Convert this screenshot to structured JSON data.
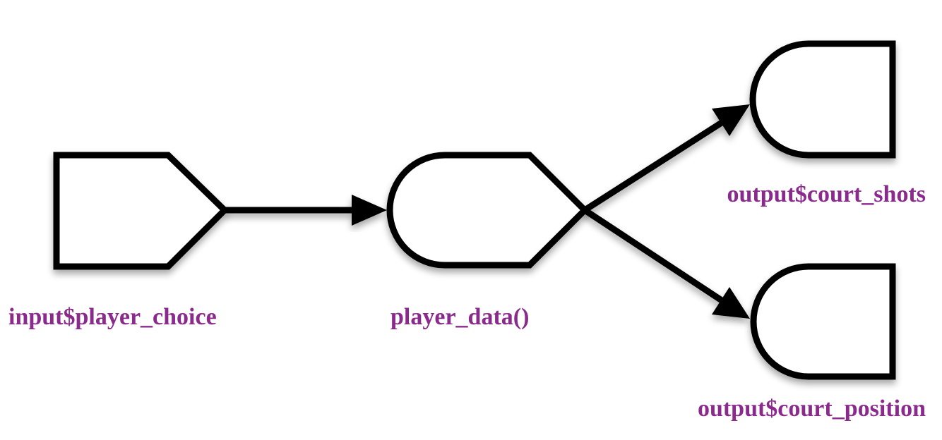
{
  "diagram": {
    "label_color": "#8B2A8D",
    "nodes": {
      "input": {
        "label": "input$player_choice",
        "kind": "reactive-source"
      },
      "reactive": {
        "label": "player_data()",
        "kind": "reactive-conductor"
      },
      "output_shots": {
        "label": "output$court_shots",
        "kind": "reactive-endpoint"
      },
      "output_position": {
        "label": "output$court_position",
        "kind": "reactive-endpoint"
      }
    },
    "edges": [
      {
        "from": "input$player_choice",
        "to": "player_data()"
      },
      {
        "from": "player_data()",
        "to": "output$court_shots"
      },
      {
        "from": "player_data()",
        "to": "output$court_position"
      }
    ]
  }
}
